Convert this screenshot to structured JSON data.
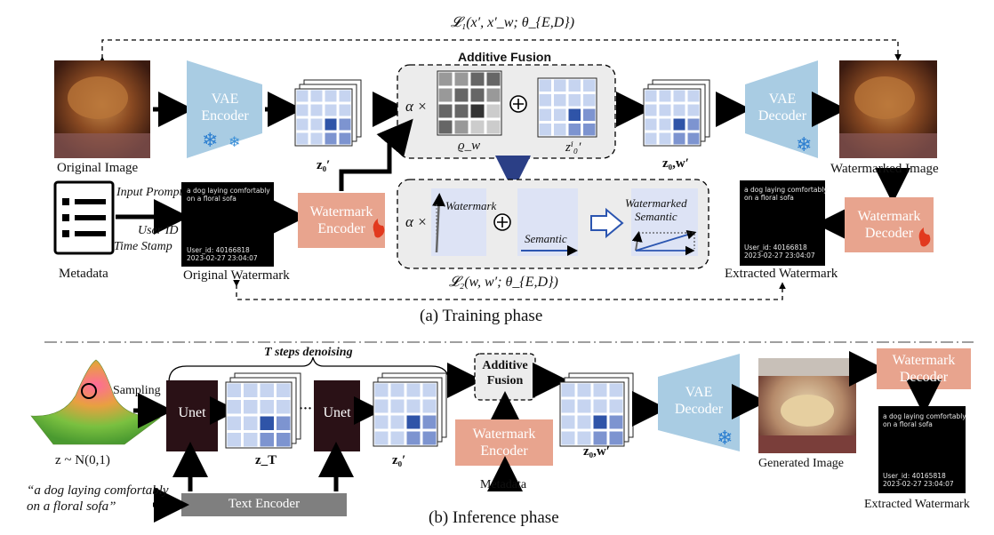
{
  "top": {
    "loss1": "𝓛₁(x′, x′_w; θ_{E,D})",
    "loss2": "𝓛₂(w, w′; θ_{E,D})",
    "original_image": "Original Image",
    "vae_encoder": "VAE\nEncoder",
    "z0_prime": "z₀′",
    "additive_fusion": "Additive Fusion",
    "alpha_times": "α ×",
    "rho_w": "ϱ_w",
    "zi0_prime": "zⁱ₀′",
    "z0w_prime": "z₀,w′",
    "vae_decoder": "VAE\nDecoder",
    "watermarked_image": "Watermarked Image",
    "metadata": "Metadata",
    "input_prompt": "Input Prompt",
    "user_id": "User ID",
    "time_stamp": "Time Stamp",
    "original_watermark": "Original Watermark",
    "watermark_encoder": "Watermark\nEncoder",
    "watermark_label": "Watermark",
    "semantic_label": "Semantic",
    "watermarked_semantic": "Watermarked\nSemantic",
    "watermark_decoder": "Watermark\nDecoder",
    "extracted_watermark": "Extracted Watermark",
    "caption": "(a)  Training phase"
  },
  "bottom": {
    "t_steps": "T steps denoising",
    "sampling": "Sampling",
    "noise_label": "z ~ N(0,1)",
    "unet": "Unet",
    "ellipsis": "···",
    "zT": "z_T",
    "z0_prime": "z₀′",
    "additive_fusion": "Additive\nFusion",
    "watermark_encoder": "Watermark\nEncoder",
    "metadata": "Metadata",
    "z0w_prime": "z₀,w′",
    "vae_decoder": "VAE\nDecoder",
    "generated_image": "Generated Image",
    "watermark_decoder": "Watermark\nDecoder",
    "extracted_watermark": "Extracted Watermark",
    "prompt": "“a dog laying comfortably\non a floral sofa”",
    "text_encoder": "Text Encoder",
    "caption": "(b)  Inference phase"
  },
  "watermark_text": {
    "line1": "a dog laying comfortably",
    "line2": "on a floral sofa",
    "user_a": "User_id: 40166818",
    "time_a": "2023-02-27 23:04:07",
    "user_b": "User_id: 40166818",
    "time_b": "2023-02-27 23:04:07",
    "user_c": "User_id: 40165818",
    "time_c": "2023-02-27 23:04:07"
  },
  "colors": {
    "vae": "#a9cce3",
    "watermark_box": "#e8a48e",
    "unet": "#2a1116",
    "text_encoder": "#7f7f7f",
    "grid_dark": "#2f54a8",
    "grid_light": "#c6d4f0"
  }
}
